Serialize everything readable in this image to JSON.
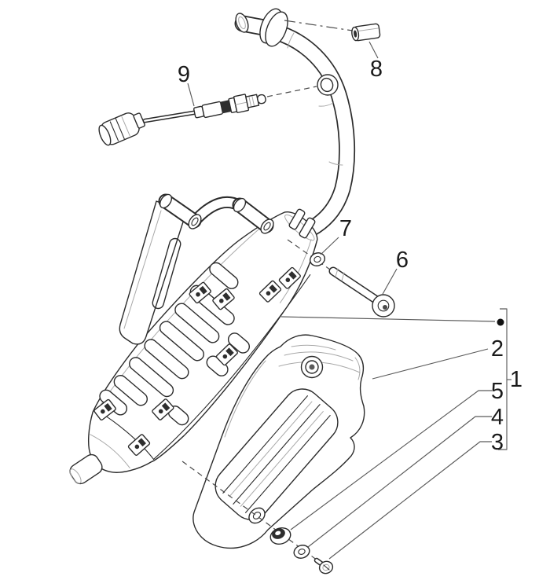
{
  "figure": {
    "kind": "exploded-parts-line-diagram",
    "background": "#ffffff",
    "line_color": "#2b2b2b",
    "shade_line_color": "#a8a8a8",
    "label_color": "#1a1a1a",
    "reference_marker": "filled-dot"
  },
  "callouts": [
    {
      "label": "1"
    },
    {
      "label": "2"
    },
    {
      "label": "3"
    },
    {
      "label": "4"
    },
    {
      "label": "5"
    },
    {
      "label": "6"
    },
    {
      "label": "7"
    },
    {
      "label": "8"
    },
    {
      "label": "9"
    }
  ]
}
